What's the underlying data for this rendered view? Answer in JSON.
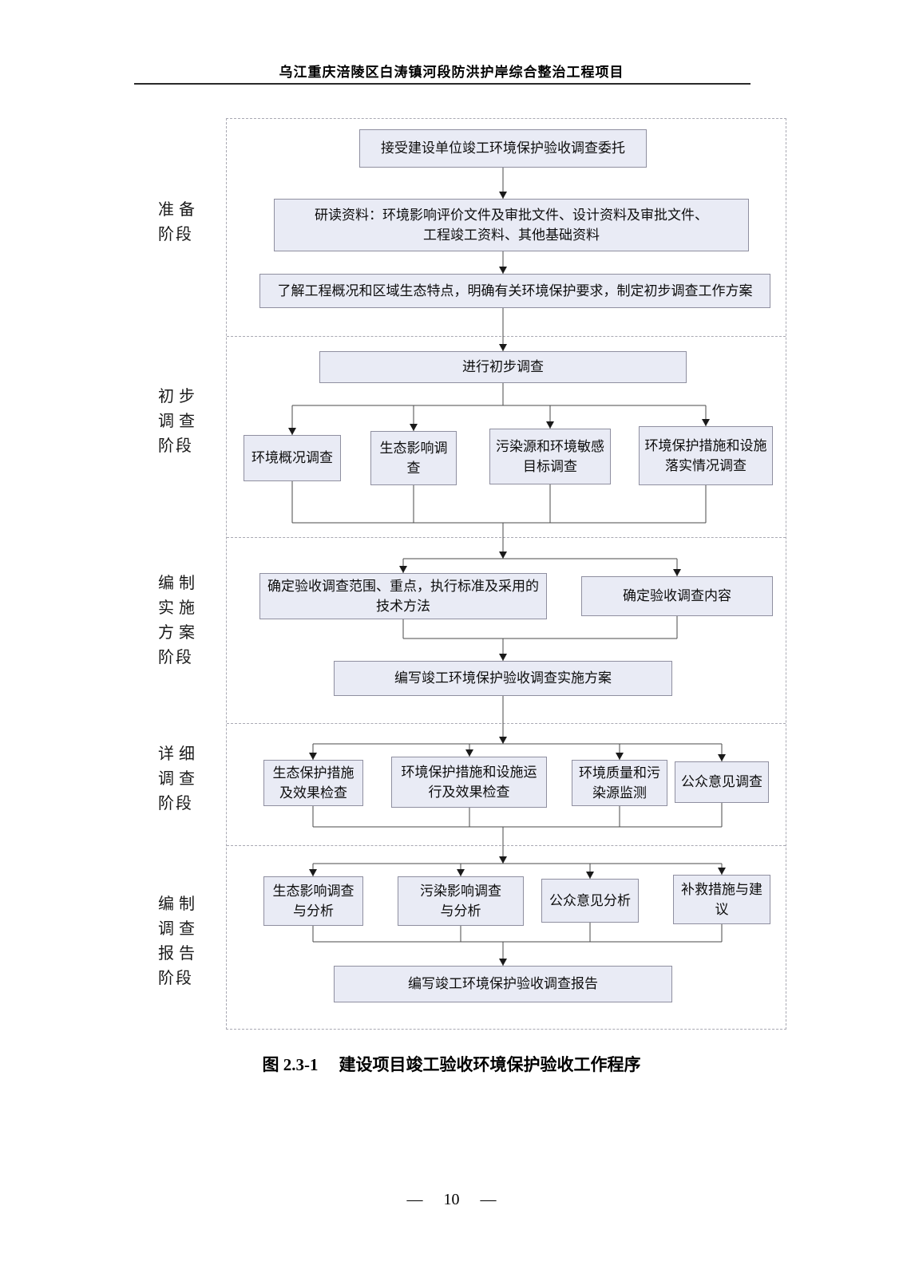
{
  "header": {
    "title": "乌江重庆涪陵区白涛镇河段防洪护岸综合整治工程项目"
  },
  "flowchart": {
    "stage_labels": [
      "准备阶段",
      "初步调查阶段",
      "编制实施方案阶段",
      "详细调查阶段",
      "编制调查报告阶段"
    ],
    "nodes": {
      "accept_commission": "接受建设单位竣工环境保护验收调查委托",
      "study_materials": "研读资料：环境影响评价文件及审批文件、设计资料及审批文件、工程竣工资料、其他基础资料",
      "understand_project": "了解工程概况和区域生态特点，明确有关环境保护要求，制定初步调查工作方案",
      "preliminary_survey": "进行初步调查",
      "env_overview": "环境概况调查",
      "eco_impact": "生态影响调查",
      "pollution_sources": "污染源和环境敏感目标调查",
      "protection_measures": "环境保护措施和设施落实情况调查",
      "define_scope": "确定验收调查范围、重点，执行标准及采用的技术方法",
      "define_content": "确定验收调查内容",
      "write_plan": "编写竣工环境保护验收调查实施方案",
      "eco_check": "生态保护措施及效果检查",
      "env_facility_check": "环境保护措施和设施运行及效果检查",
      "env_quality_monitor": "环境质量和污染源监测",
      "public_opinion_survey": "公众意见调查",
      "eco_analysis": "生态影响调查与分析",
      "pollution_analysis": "污染影响调查与分析",
      "public_opinion_analysis": "公众意见分析",
      "remedial_measures": "补救措施与建议",
      "write_report": "编写竣工环境保护验收调查报告"
    }
  },
  "caption": {
    "figure_no": "图 2.3-1",
    "title": "建设项目竣工验收环境保护验收工作程序"
  },
  "footer": {
    "dash_left": "—",
    "page_number": "10",
    "dash_right": "—"
  }
}
